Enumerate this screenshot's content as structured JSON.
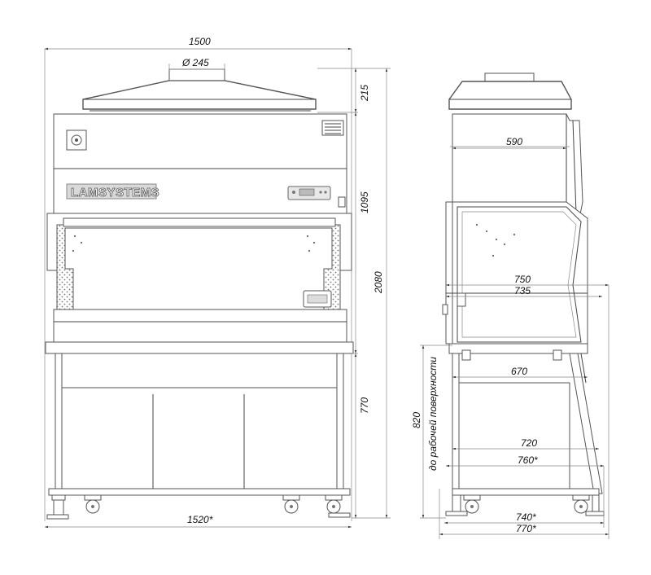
{
  "brand_label": "LAMSYSTEMS",
  "front_view": {
    "dimensions": {
      "overall_width": "1500",
      "duct_diameter": "Ø 245",
      "top_height": "215",
      "body_height": "1095",
      "total_height": "2080",
      "stand_height": "770",
      "base_width": "1520*"
    }
  },
  "side_view": {
    "dimensions": {
      "top_depth": "590",
      "depth_750": "750",
      "depth_735": "735",
      "table_depth": "670",
      "stand_depth_720": "720",
      "stand_depth_760": "760*",
      "base_depth_740": "740*",
      "base_depth_770": "770*",
      "work_height": "820",
      "work_height_note": "до рабочей поверхности"
    }
  }
}
